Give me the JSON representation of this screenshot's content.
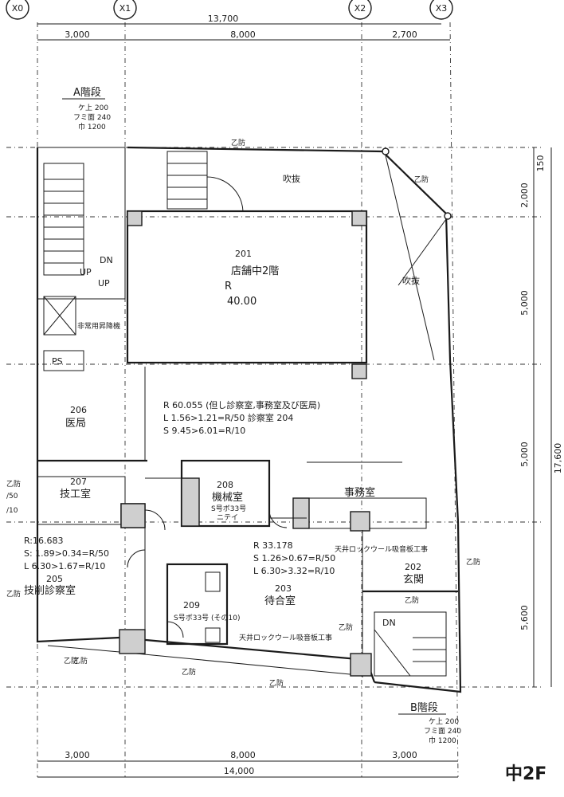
{
  "grid_axes": [
    "X0",
    "X1",
    "X2",
    "X3"
  ],
  "dims_top": {
    "overall": "13,700",
    "spans": [
      "3,000",
      "8,000",
      "2,700"
    ]
  },
  "dims_bottom": {
    "overall": "14,000",
    "spans": [
      "3,000",
      "8,000",
      "3,000"
    ]
  },
  "dims_right": {
    "overall": "17,600",
    "spans": [
      "150",
      "2,000",
      "5,000",
      "5,000",
      "5,600"
    ]
  },
  "stair_a": {
    "title": "A階段",
    "notes": [
      "ケ上 200",
      "フミ面 240",
      "巾 1200"
    ]
  },
  "stair_b": {
    "title": "B階段",
    "notes": [
      "ケ上 200",
      "フミ面 240",
      "巾 1200"
    ]
  },
  "stair_marks": {
    "dn": "DN",
    "up1": "UP",
    "up2": "UP",
    "dn_b": "DN"
  },
  "rooms": {
    "r201": {
      "no": "201",
      "name": "店舗中2階",
      "r_label": "R",
      "r_value": "40.00"
    },
    "fukinuke_top": "吹抜",
    "fukinuke_right": "吹抜",
    "r204": {
      "r_line": "R 60.055 (但し診察室,事務室及び医局)",
      "l_line": "L  1.56>1.21=R/50  診察室 204",
      "s_line": "S  9.45>6.01=R/10"
    },
    "r206": {
      "no": "206",
      "name": "医局"
    },
    "r207": {
      "no": "207",
      "name": "技工室"
    },
    "r208": {
      "no": "208",
      "name": "機械室",
      "note1": "S号ボ33号",
      "note2": "ニテイ"
    },
    "jimu": "事務室",
    "r205": {
      "r_line": "R:16.683",
      "s_line": "S: 1.89>0.34=R/50",
      "l_line": "L  6.30>1.67=R/10",
      "no": "205",
      "name": "技削診察室"
    },
    "r203": {
      "r_line": "R 33.178",
      "s_line": "S  1.26>0.67=R/50",
      "l_line": "L  6.30>3.32=R/10",
      "no": "203",
      "name": "待合室"
    },
    "r202": {
      "no": "202",
      "name": "玄関"
    },
    "r209": {
      "no": "209",
      "note": "S号ボ33号 (その10)"
    },
    "ps": "PS",
    "elev_note": "非常用昇降機"
  },
  "ceiling_notes": [
    "天井ロックウール吸音板工事",
    "天井ロックウール吸音板工事"
  ],
  "otsubo_marks": [
    "乙防",
    "乙防",
    "乙防",
    "乙防",
    "乙防",
    "乙防",
    "乙防",
    "乙防",
    "乙防",
    "乙防",
    "乙防"
  ],
  "side_marks": [
    "/50",
    "/10"
  ],
  "sheet_label": "中2F"
}
